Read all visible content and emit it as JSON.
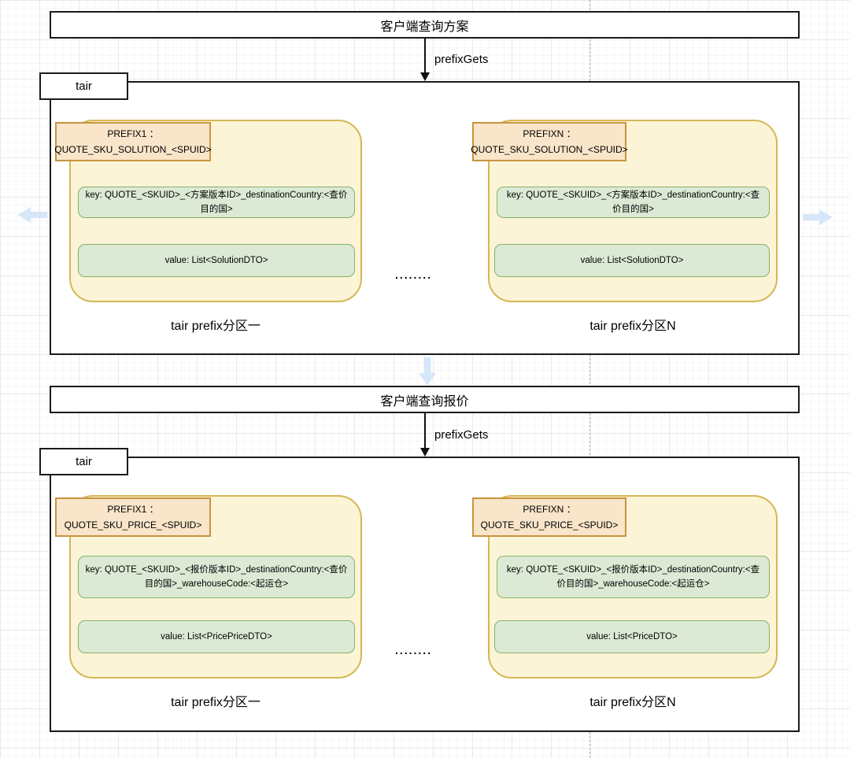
{
  "colors": {
    "partition_fill": "#fcf4d6",
    "partition_border": "#d6b656",
    "tag_fill": "#f9e5c9",
    "tag_border": "#c89440",
    "kv_fill": "#dcead5",
    "kv_border": "#82b366",
    "box_border": "#1a1a1a",
    "blue_arrow": "#cfe3f8"
  },
  "sections": [
    {
      "header": "客户端查询方案",
      "arrow_label": "prefixGets",
      "container_label": "tair",
      "dots": "........",
      "partitions": [
        {
          "prefix_line1": "PREFIX1 ：",
          "prefix_line2": "QUOTE_SKU_SOLUTION_<SPUID>",
          "key": "key:  QUOTE_<SKUID>_<方案版本ID>_destinationCountry:<查价目的国>",
          "value": "value:  List<SolutionDTO>",
          "label": "tair prefix分区一"
        },
        {
          "prefix_line1": "PREFIXN ：",
          "prefix_line2": "QUOTE_SKU_SOLUTION_<SPUID>",
          "key": "key:  QUOTE_<SKUID>_<方案版本ID>_destinationCountry:<查价目的国>",
          "value": "value:  List<SolutionDTO>",
          "label": "tair prefix分区N"
        }
      ]
    },
    {
      "header": "客户端查询报价",
      "arrow_label": "prefixGets",
      "container_label": "tair",
      "dots": "........",
      "partitions": [
        {
          "prefix_line1": "PREFIX1 ：",
          "prefix_line2": "QUOTE_SKU_PRICE_<SPUID>",
          "key": "key:  QUOTE_<SKUID>_<报价版本ID>_destinationCountry:<查价目的国>_warehouseCode:<起运仓>",
          "value": "value:  List<PricePriceDTO>",
          "label": "tair prefix分区一"
        },
        {
          "prefix_line1": "PREFIXN ：",
          "prefix_line2": "QUOTE_SKU_PRICE_<SPUID>",
          "key": "key:  QUOTE_<SKUID>_<报价版本ID>_destinationCountry:<查价目的国>_warehouseCode:<起运仓>",
          "value": "value: List<PriceDTO>",
          "label": "tair prefix分区N"
        }
      ]
    }
  ]
}
